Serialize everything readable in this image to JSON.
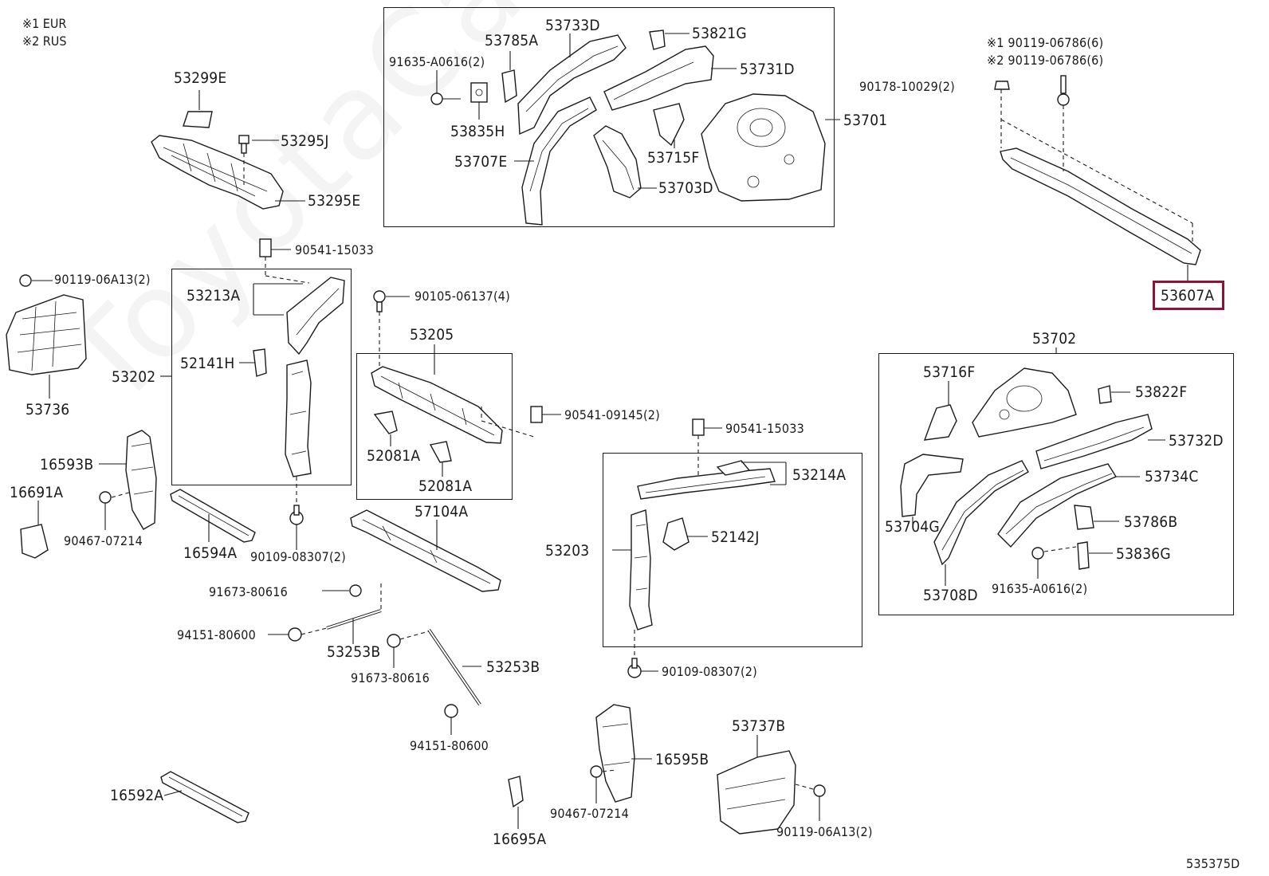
{
  "notes": [
    "※1 EUR",
    "※2 RUS"
  ],
  "watermark": "ToyotaCarMine.ru",
  "diagram_code": "535375D",
  "highlighted_part": "53607A",
  "labels": {
    "p53299E": "53299E",
    "p53295J": "53295J",
    "p53295E": "53295E",
    "p53785A": "53785A",
    "p53733D": "53733D",
    "p53821G": "53821G",
    "p91635_a": "91635-A0616(2)",
    "p53731D": "53731D",
    "p53835H": "53835H",
    "p53701": "53701",
    "p53707E": "53707E",
    "p53715F": "53715F",
    "p53703D": "53703D",
    "p90119_06786_1": "※1  90119-06786(6)",
    "p90119_06786_2": "※2  90119-06786(6)",
    "p90178": "90178-10029(2)",
    "p53607A": "53607A",
    "p90119_06A13_a": "90119-06A13(2)",
    "p53736": "53736",
    "p90541_15033_a": "90541-15033",
    "p53213A": "53213A",
    "p52141H": "52141H",
    "p53202": "53202",
    "p90105": "90105-06137(4)",
    "p53205": "53205",
    "p52081A_1": "52081A",
    "p52081A_2": "52081A",
    "p90541_09145": "90541-09145(2)",
    "p53702": "53702",
    "p53716F": "53716F",
    "p53822F": "53822F",
    "p53732D": "53732D",
    "p53734C": "53734C",
    "p53704G": "53704G",
    "p53786B": "53786B",
    "p53836G": "53836G",
    "p53708D": "53708D",
    "p91635_b": "91635-A0616(2)",
    "p16593B": "16593B",
    "p16691A": "16691A",
    "p90467_a": "90467-07214",
    "p16594A": "16594A",
    "p90109_a": "90109-08307(2)",
    "p57104A": "57104A",
    "p90541_15033_b": "90541-15033",
    "p53214A": "53214A",
    "p53203": "53203",
    "p52142J": "52142J",
    "p91673_a": "91673-80616",
    "p94151_a": "94151-80600",
    "p53253B_a": "53253B",
    "p53253B_b": "53253B",
    "p91673_b": "91673-80616",
    "p90109_b": "90109-08307(2)",
    "p94151_b": "94151-80600",
    "p53737B": "53737B",
    "p16595B": "16595B",
    "p90467_b": "90467-07214",
    "p16592A": "16592A",
    "p16695A": "16695A",
    "p90119_06A13_b": "90119-06A13(2)"
  }
}
